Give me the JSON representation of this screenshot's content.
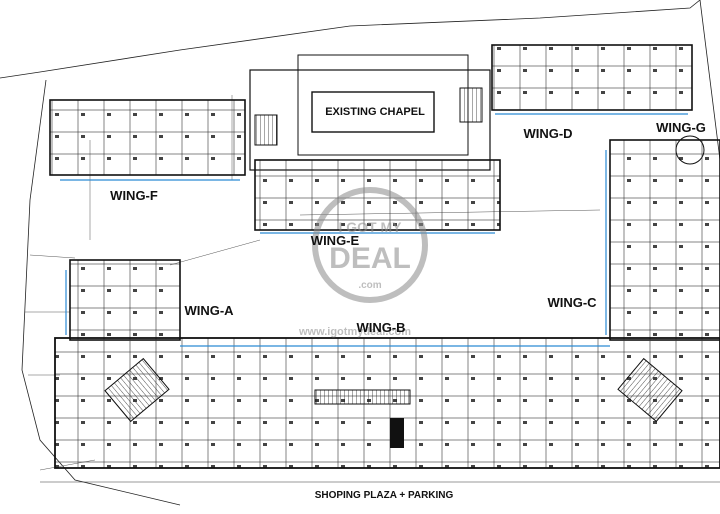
{
  "plan": {
    "labels": {
      "wing_a": "WING-A",
      "wing_b": "WING-B",
      "wing_c": "WING-C",
      "wing_d": "WING-D",
      "wing_e": "WING-E",
      "wing_f": "WING-F",
      "wing_g": "WING-G",
      "chapel": "EXISTING CHAPEL",
      "footer": "SHOPING PLAZA + PARKING"
    },
    "watermark": {
      "line1": "I GOT MY",
      "line2": "DEAL",
      "line3": ".com",
      "url": "www.igotmydeal.com"
    },
    "colors": {
      "line": "#111111",
      "window": "#2a8ad4",
      "watermark": "#8a8a8a"
    }
  }
}
